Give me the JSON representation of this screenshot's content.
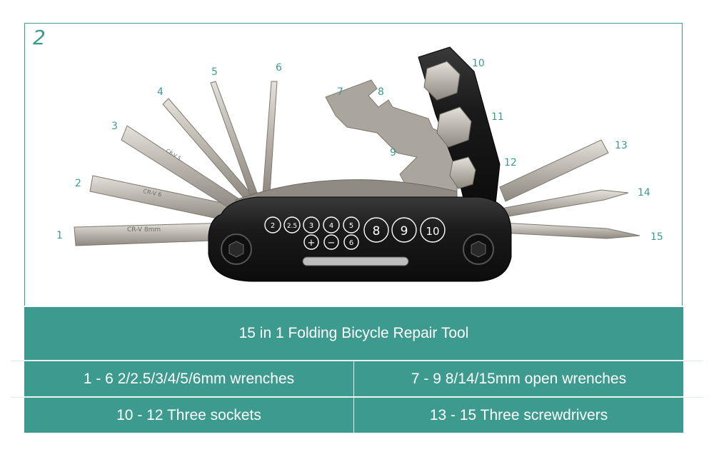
{
  "panel_number": "2",
  "callouts": [
    "1",
    "2",
    "3",
    "4",
    "5",
    "6",
    "7",
    "8",
    "9",
    "10",
    "11",
    "12",
    "13",
    "14",
    "15"
  ],
  "tool": {
    "wrench_labels": [
      "2",
      "2.5",
      "3",
      "4",
      "5",
      "8",
      "9",
      "10"
    ],
    "driver_labels": [
      "+",
      "−",
      "6"
    ],
    "shank_texts": [
      "CR-V 8mm",
      "CR-V 6",
      "CR-V 5"
    ]
  },
  "title": "15 in 1 Folding Bicycle Repair Tool",
  "specs": [
    [
      "1 - 6  2/2.5/3/4/5/6mm wrenches",
      "7 - 9  8/14/15mm open wrenches"
    ],
    [
      "10 - 12 Three sockets",
      "13 - 15 Three screwdrivers"
    ]
  ],
  "colors": {
    "accent": "#3c9a8f",
    "tool_body": "#1a1a1a",
    "steel": "#b9b4ab"
  }
}
